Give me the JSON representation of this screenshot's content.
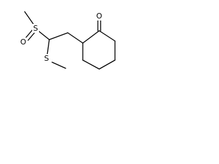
{
  "molecule": {
    "atoms": {
      "sulfoxide_sulfur": "S",
      "sulfoxide_oxygen": "O",
      "thioether_sulfur": "S",
      "ketone_oxygen": "O"
    }
  }
}
